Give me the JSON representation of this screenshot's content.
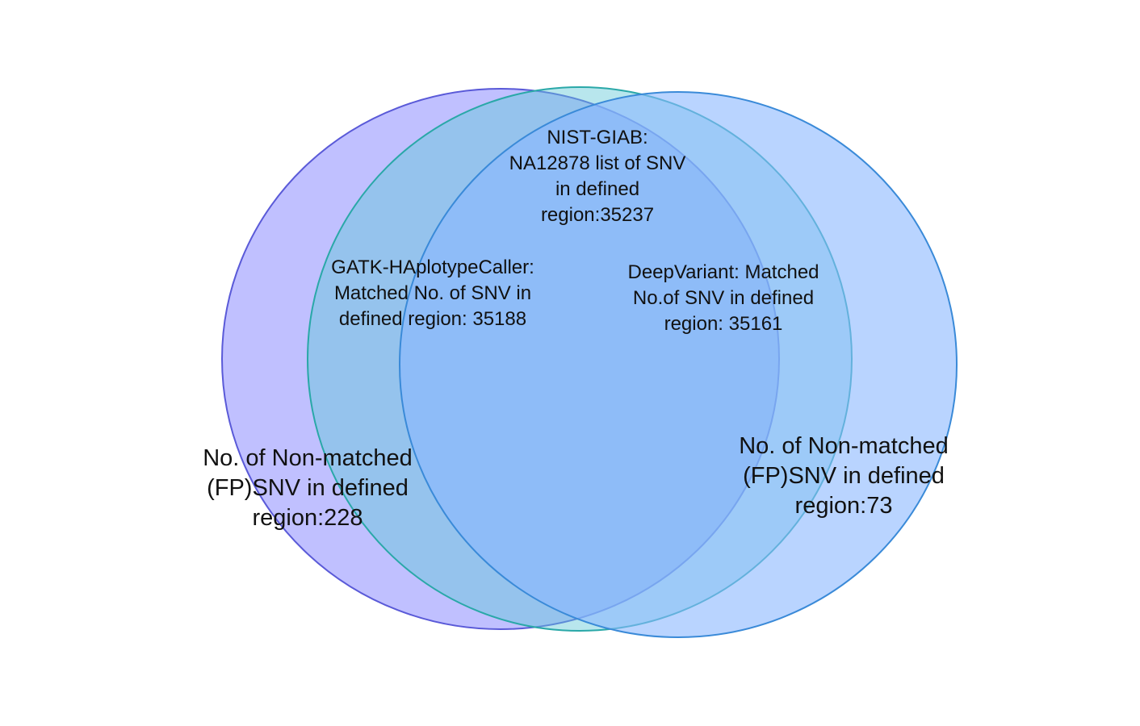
{
  "sets": [
    {
      "id": "gatk",
      "fill": "#8c8cff",
      "stroke": "#5a5ad8",
      "label_lines": [
        "GATK-HAplotypeCaller:",
        "Matched No. of SNV in",
        "defined region: 35188"
      ]
    },
    {
      "id": "nist",
      "fill": "#62c8d8",
      "stroke": "#2aa8a8",
      "label_lines": [
        "NIST-GIAB:",
        "NA12878 list of SNV",
        "in defined",
        "region:35237"
      ]
    },
    {
      "id": "deepvariant",
      "fill": "#8ab8ff",
      "stroke": "#3a8ad8",
      "label_lines": [
        "DeepVariant: Matched",
        "No.of SNV in defined",
        "region: 35161"
      ]
    }
  ],
  "left_outer": {
    "label_lines": [
      "No. of Non-matched",
      "(FP)SNV in defined",
      "region:228"
    ]
  },
  "right_outer": {
    "label_lines": [
      "No. of Non-matched",
      "(FP)SNV in defined",
      "region:73"
    ]
  }
}
